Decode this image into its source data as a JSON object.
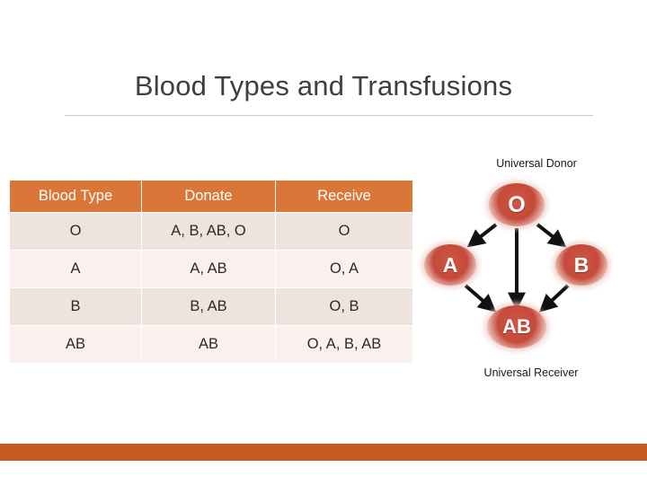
{
  "slide": {
    "title": "Blood Types and Transfusions",
    "accent_color": "#db7639",
    "bottom_bar_color": "#c45a20",
    "row_colors": [
      "#efe3dd",
      "#faf1ee"
    ]
  },
  "table": {
    "headers": [
      "Blood Type",
      "Donate",
      "Receive"
    ],
    "rows": [
      [
        "O",
        "A, B, AB, O",
        "O"
      ],
      [
        "A",
        "A, AB",
        "O, A"
      ],
      [
        "B",
        "B, AB",
        "O, B"
      ],
      [
        "AB",
        "AB",
        "O, A, B, AB"
      ]
    ]
  },
  "diagram": {
    "top_label": "Universal Donor",
    "bottom_label": "Universal Receiver",
    "nodes": [
      {
        "id": "o",
        "label": "O"
      },
      {
        "id": "a",
        "label": "A"
      },
      {
        "id": "b",
        "label": "B"
      },
      {
        "id": "ab",
        "label": "AB"
      }
    ],
    "arrows": [
      {
        "from": "O",
        "to": "A"
      },
      {
        "from": "O",
        "to": "B"
      },
      {
        "from": "O",
        "to": "AB"
      },
      {
        "from": "A",
        "to": "AB"
      },
      {
        "from": "B",
        "to": "AB"
      }
    ]
  }
}
